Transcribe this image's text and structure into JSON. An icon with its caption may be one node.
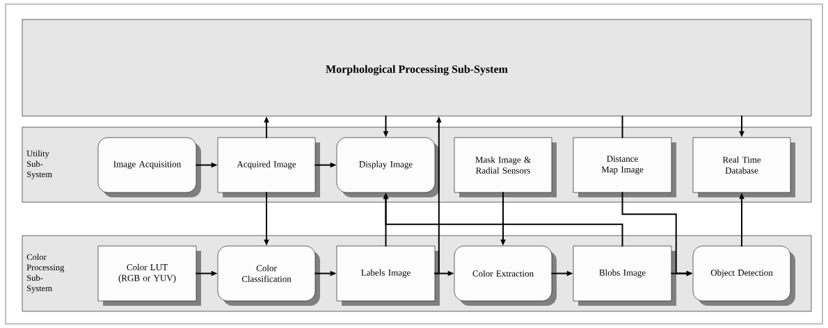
{
  "diagram": {
    "nodes": [
      {
        "text": [
          "Morphological Processing Sub-System"
        ]
      },
      {
        "text": [
          "Utility Sub-System"
        ]
      },
      {
        "text": [
          "Image Acquisition"
        ],
        "in": 1
      },
      {
        "text": [
          "Acquired Image"
        ],
        "in": 1
      },
      {
        "text": [
          "Display Image"
        ],
        "in": 1
      },
      {
        "text": [
          "Mask Image & Radial Sensors"
        ],
        "in": 1
      },
      {
        "text": [
          "Distance Map Image"
        ],
        "in": 1
      },
      {
        "text": [
          "Real Time Database"
        ],
        "in": 1
      },
      {
        "text": [
          "Color Processing Sub-System"
        ]
      },
      {
        "text": [
          "Color LUT (RGB or YUV)"
        ],
        "in": 8
      },
      {
        "text": [
          "Color Classification"
        ],
        "in": 8
      },
      {
        "text": [
          "Labels Image"
        ],
        "in": 8
      },
      {
        "text": [
          "Color Extraction"
        ],
        "in": 8
      },
      {
        "text": [
          "Blobs Image"
        ],
        "in": 8
      },
      {
        "text": [
          "Object Detection"
        ],
        "in": 8
      }
    ],
    "edges": [
      {
        "from": 2,
        "to": 3,
        "arrow": "to"
      },
      {
        "from": 3,
        "to": 4,
        "arrow": "to"
      },
      {
        "from": 3,
        "to": 0,
        "arrow": "to"
      },
      {
        "from": 0,
        "to": 4,
        "arrow": "to"
      },
      {
        "from": 0,
        "to": 6,
        "arrow": "none"
      },
      {
        "from": 0,
        "to": 7,
        "arrow": "to"
      },
      {
        "from": 3,
        "to": 10,
        "arrow": "to"
      },
      {
        "from": 9,
        "to": 10,
        "arrow": "to"
      },
      {
        "from": 10,
        "to": 11,
        "arrow": "to"
      },
      {
        "from": 11,
        "to": 12,
        "arrow": "to"
      },
      {
        "from": 11,
        "to": 0,
        "arrow": "to"
      },
      {
        "from": 11,
        "to": 4,
        "arrow": "to"
      },
      {
        "from": 13,
        "to": 4,
        "arrow": "to"
      },
      {
        "from": 5,
        "to": 12,
        "arrow": "to"
      },
      {
        "from": 12,
        "to": 13,
        "arrow": "to"
      },
      {
        "from": 13,
        "to": 14,
        "arrow": "to"
      },
      {
        "from": 6,
        "to": 14,
        "arrow": "to"
      },
      {
        "from": 14,
        "to": 7,
        "arrow": "to"
      }
    ]
  }
}
